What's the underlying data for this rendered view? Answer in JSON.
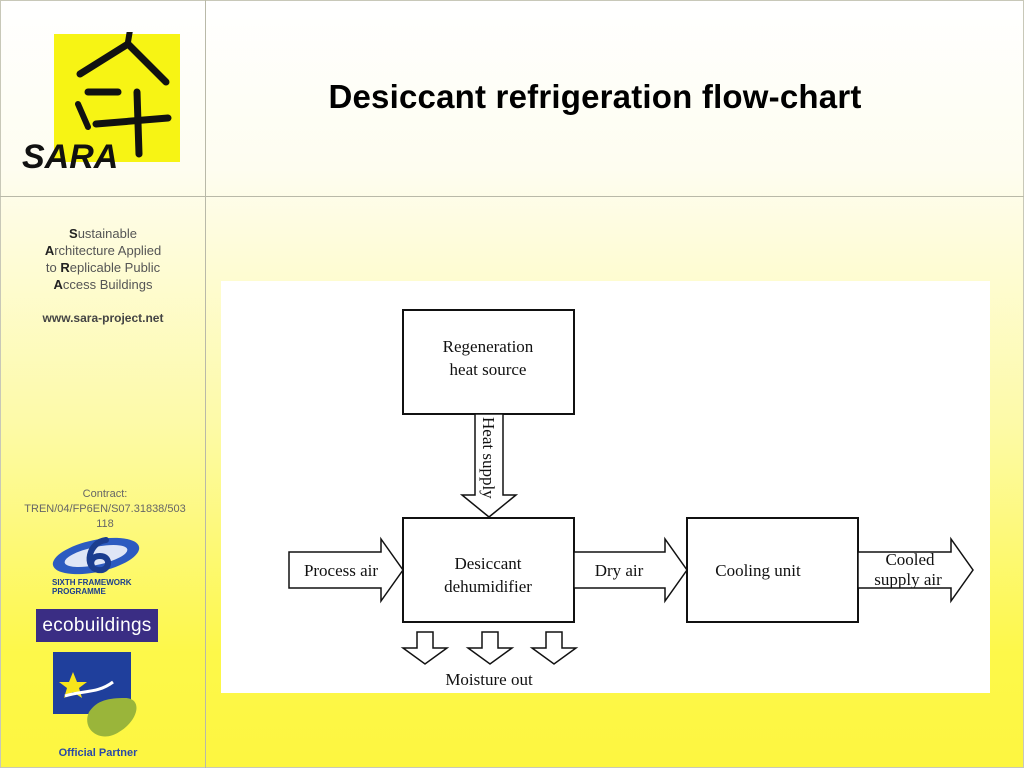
{
  "slide": {
    "title": "Desiccant refrigeration flow-chart"
  },
  "logo": {
    "text": "SARA"
  },
  "sidebar": {
    "acronym_lines": [
      {
        "initial": "S",
        "rest": "ustainable"
      },
      {
        "initial": "A",
        "rest": "rchitecture Applied"
      },
      {
        "prefix": "to ",
        "initial": "R",
        "rest": "eplicable Public"
      },
      {
        "initial": "A",
        "rest": "ccess Buildings"
      }
    ],
    "website": "www.sara-project.net",
    "contract_label": "Contract:",
    "contract_number": "TREN/04/FP6EN/S07.31838/503118",
    "fp6_text_line1": "SIXTH FRAMEWORK",
    "fp6_text_line2": "PROGRAMME",
    "eco_logo": "ecobuildings",
    "official_partner": "Official Partner"
  },
  "diagram": {
    "regeneration": [
      "Regeneration",
      "heat source"
    ],
    "heat_supply": "Heat supply",
    "desiccant": [
      "Desiccant",
      "dehumidifier"
    ],
    "process_air": "Process air",
    "dry_air": "Dry air",
    "cooling_unit": "Cooling unit",
    "cooled_supply": [
      "Cooled",
      "supply air"
    ],
    "moisture_out": "Moisture out"
  },
  "colors": {
    "logo_yellow": "#f7f414",
    "eco_purple": "#3a2d84",
    "eu_blue": "#1b3d8f"
  }
}
